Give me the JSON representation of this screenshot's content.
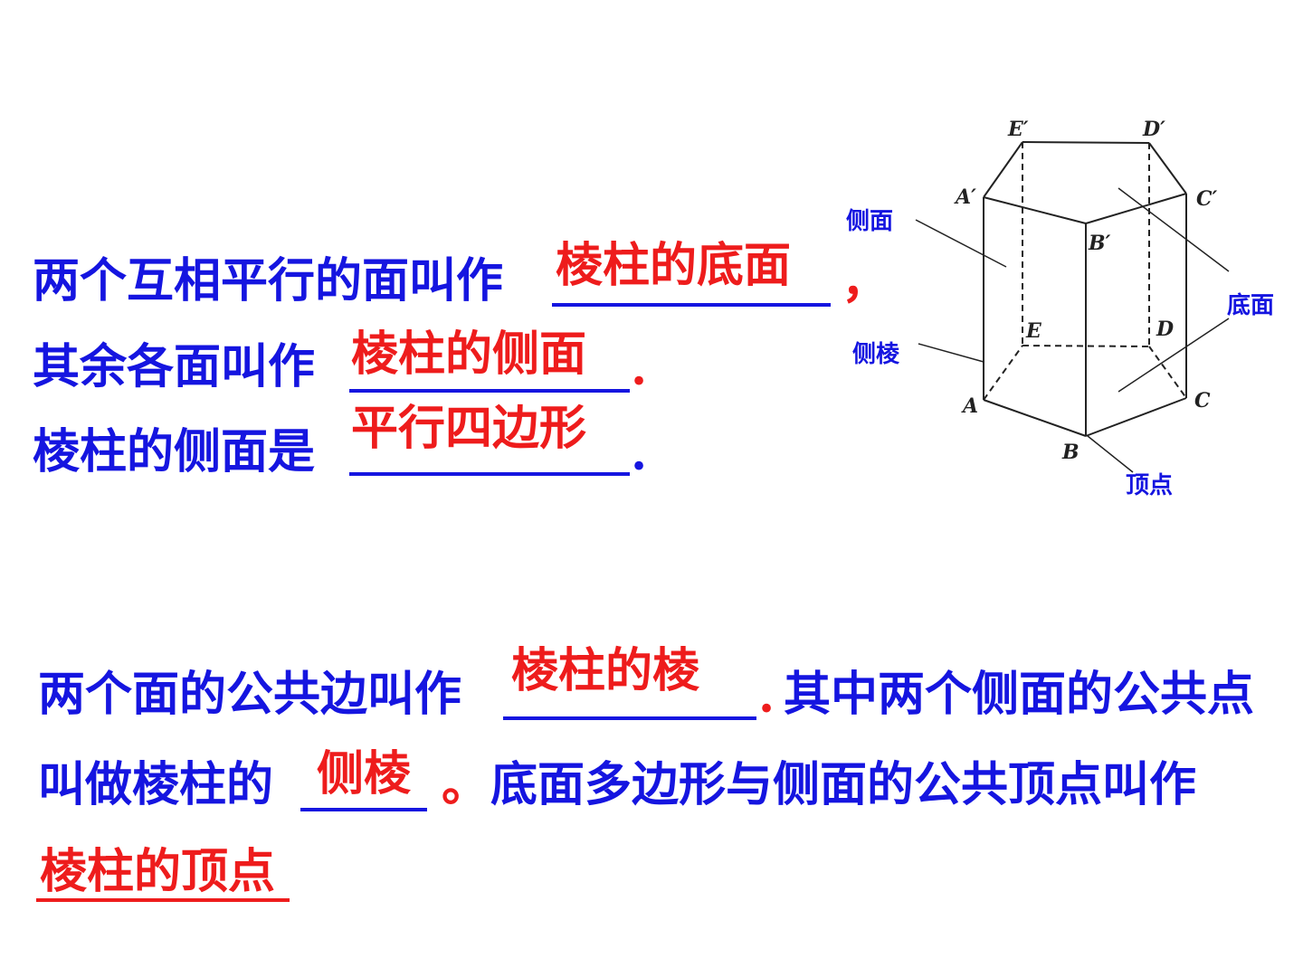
{
  "section1": {
    "line1": {
      "text": "两个互相平行的面叫作",
      "answer": "棱柱的底面",
      "punct": "，"
    },
    "line2": {
      "text": "其余各面叫作",
      "answer": "棱柱的侧面",
      "punct": "."
    },
    "line3": {
      "text": "棱柱的侧面是",
      "answer": "平行四边形",
      "punct": "."
    }
  },
  "section2": {
    "line1": {
      "text": "两个面的公共边叫作",
      "answer": "棱柱的棱",
      "punct": ".",
      "after": "其中两个侧面的公共点"
    },
    "line2": {
      "text": "叫做棱柱的",
      "answer": "侧棱",
      "punct": "。",
      "after": "底面多边形与侧面的公共顶点叫作"
    },
    "line3": {
      "answer": "棱柱的顶点"
    }
  },
  "figure": {
    "vertices": {
      "E_top": "E′",
      "D_top": "D′",
      "A_top": "A′",
      "C_top": "C′",
      "B_top": "B′",
      "E": "E",
      "D": "D",
      "A": "A",
      "B": "B",
      "C": "C"
    },
    "labels": {
      "side_face": "侧面",
      "base_face": "底面",
      "lateral_edge": "侧棱",
      "vertex": "顶点"
    }
  },
  "colors": {
    "text": "#1515e0",
    "answer": "#ee1c1c",
    "figure_lines": "#222222"
  }
}
